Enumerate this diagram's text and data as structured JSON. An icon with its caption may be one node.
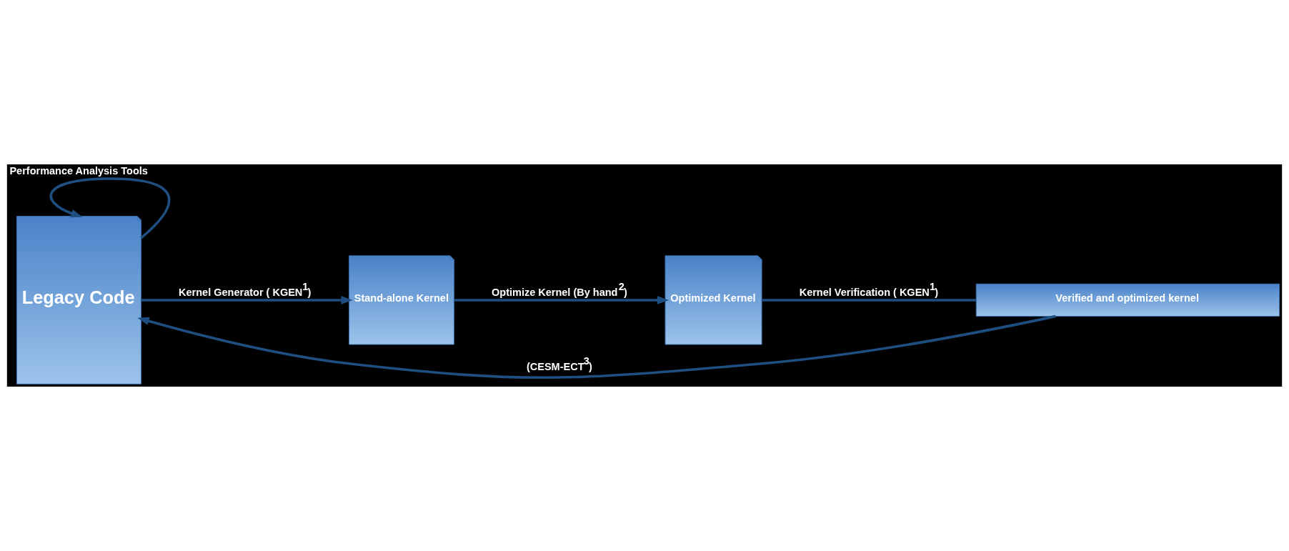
{
  "diagram": {
    "nodes": [
      {
        "text": [
          "Legacy Code"
        ]
      },
      {
        "text": [
          "Stand-alone Kernel"
        ]
      },
      {
        "text": [
          "Optimized Kernel"
        ]
      },
      {
        "text": [
          "Verified and optimized kernel"
        ]
      }
    ],
    "edges": [
      {
        "from": 0,
        "to": 0,
        "arrow": "to",
        "label": "Performance Analysis Tools"
      },
      {
        "from": 0,
        "to": 1,
        "arrow": "to",
        "label": "Kernel Generator ( KGEN$^{1}$)"
      },
      {
        "from": 1,
        "to": 2,
        "arrow": "to",
        "label": "Optimize Kernel (By hand$^{2}$)"
      },
      {
        "from": 2,
        "to": 3,
        "arrow": "none",
        "label": "Kernel Verification ( KGEN$^{1}$)"
      },
      {
        "from": 3,
        "to": 0,
        "arrow": "to",
        "label": "(CESM-ECT$^{3}$)"
      }
    ]
  }
}
